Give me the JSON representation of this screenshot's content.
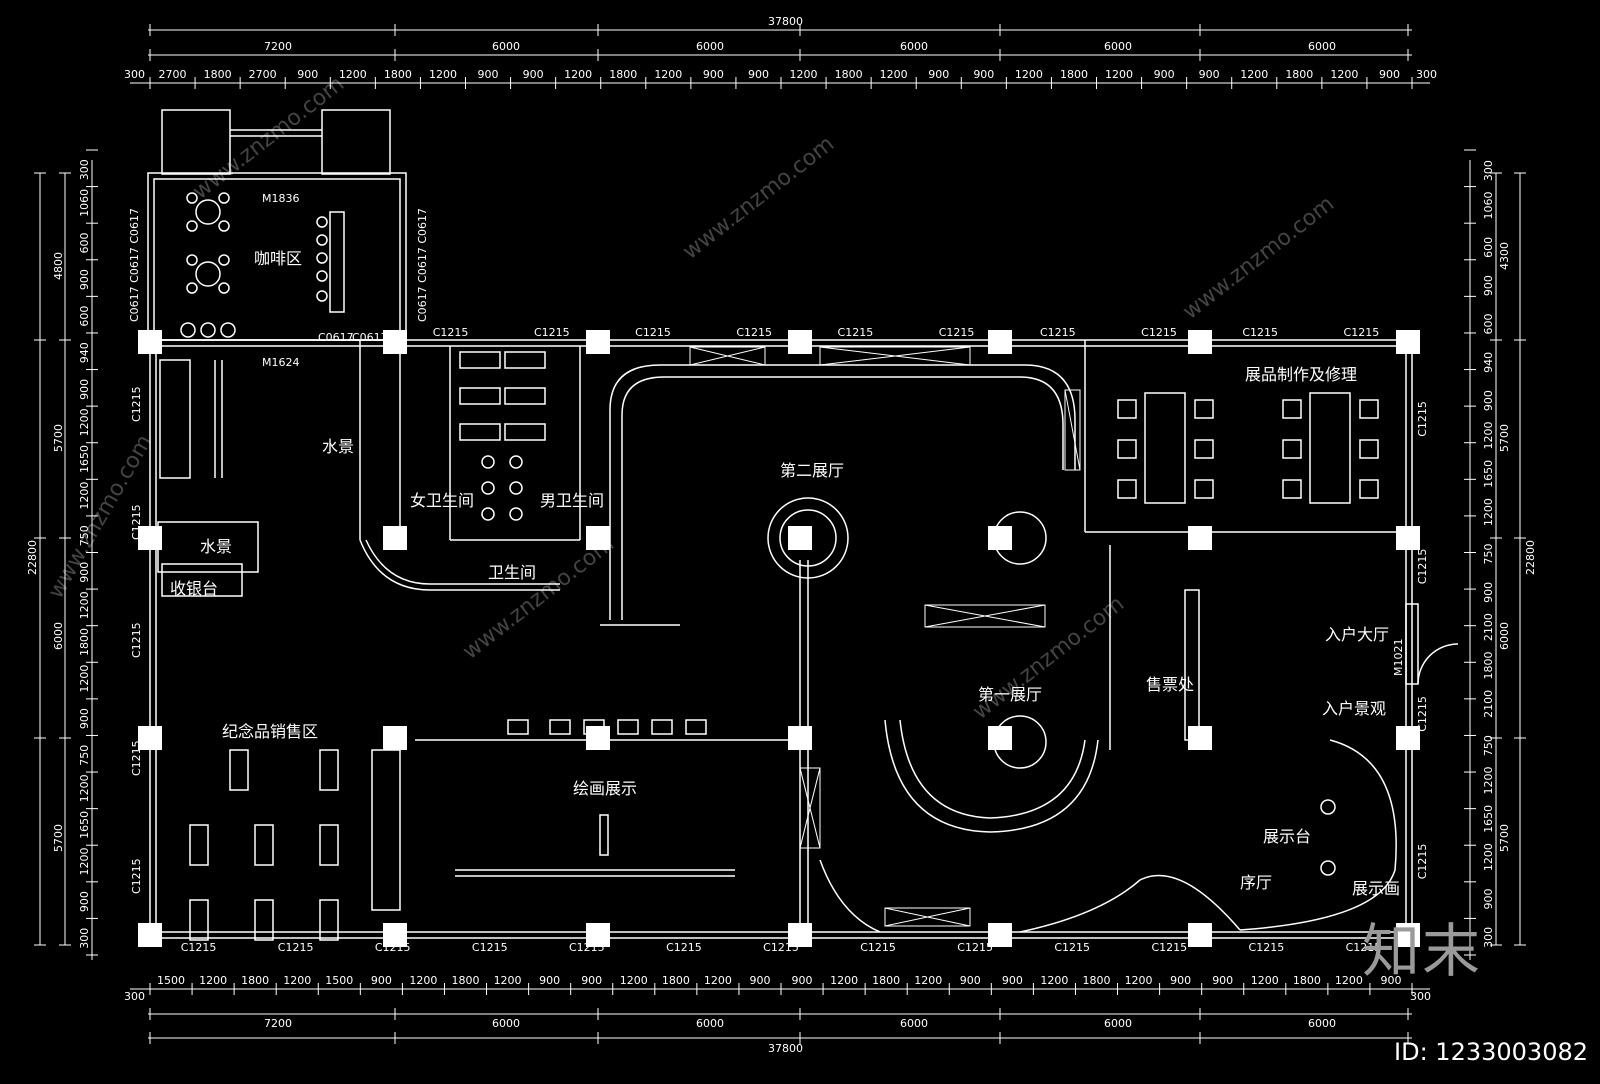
{
  "dims": {
    "overall": "37800",
    "bays_top": [
      "7200",
      "6000",
      "6000",
      "6000",
      "6000",
      "6000"
    ],
    "bays_bottom": [
      "7200",
      "6000",
      "6000",
      "6000",
      "6000",
      "6000"
    ],
    "edge": "300",
    "sub_top": [
      "2700",
      "1800",
      "2700",
      "900",
      "1200",
      "1800",
      "1200",
      "900",
      "900",
      "1200",
      "1800",
      "1200",
      "900",
      "900",
      "1200",
      "1800",
      "1200",
      "900",
      "900",
      "1200",
      "1800",
      "1200",
      "900",
      "900",
      "1200",
      "1800",
      "1200",
      "900"
    ],
    "sub_bottom": [
      "1500",
      "1200",
      "1800",
      "1200",
      "1500",
      "900",
      "1200",
      "1800",
      "1200",
      "900",
      "900",
      "1200",
      "1800",
      "1200",
      "900",
      "900",
      "1200",
      "1800",
      "1200",
      "900",
      "900",
      "1200",
      "1800",
      "1200",
      "900",
      "900",
      "1200",
      "1800",
      "1200",
      "900"
    ],
    "left_total": "22800",
    "left_bays": [
      "4800",
      "5700",
      "6000",
      "5700"
    ],
    "left_sub": [
      "300",
      "1060",
      "600",
      "900",
      "600",
      "940",
      "900",
      "1200",
      "1650",
      "1200",
      "750",
      "900",
      "1200",
      "1800",
      "1200",
      "900",
      "750",
      "1200",
      "1650",
      "1200",
      "900",
      "300"
    ],
    "right_total": "22800",
    "right_bays": [
      "4300",
      "5700",
      "6000",
      "5700"
    ],
    "right_sub": [
      "300",
      "1060",
      "600",
      "900",
      "600",
      "940",
      "900",
      "1200",
      "1650",
      "1200",
      "750",
      "900",
      "2100",
      "1800",
      "2100",
      "750",
      "1200",
      "1650",
      "1200",
      "900",
      "300"
    ]
  },
  "windows": {
    "top": [
      "C1215",
      "C1215",
      "C1215",
      "C1215",
      "C1215",
      "C1215",
      "C1215",
      "C1215",
      "C1215",
      "C1215"
    ],
    "bottom": [
      "C1215",
      "C1215",
      "C1215",
      "C1215",
      "C1215",
      "C1215",
      "C1215",
      "C1215",
      "C1215",
      "C1215",
      "C1215",
      "C1215",
      "C1215"
    ],
    "left": [
      "C1215",
      "C1215",
      "C1215",
      "C1215",
      "C1215"
    ],
    "right": [
      "C1215",
      "C1215",
      "C1215",
      "C1215"
    ]
  },
  "tags": {
    "door_top": "M1836",
    "door_cafe": "M1624",
    "door_entry": "M1021",
    "c0617_a": "C0617",
    "c0617_b": "C0617",
    "c0617_side_left": "C0617 C0617 C0617",
    "c0617_side_right": "C0617 C0617 C0617"
  },
  "rooms": {
    "cafe": "咖啡区",
    "water_feature": "水景",
    "water_feature_2": "水景",
    "women_wc": "女卫生间",
    "men_wc": "男卫生间",
    "restroom": "卫生间",
    "hall2": "第二展厅",
    "workshop": "展品制作及修理",
    "cashier": "收银台",
    "souvenir": "纪念品销售区",
    "painting": "绘画展示",
    "hall1": "第一展厅",
    "ticket": "售票处",
    "lobby": "入户大厅",
    "entry_landscape": "入户景观",
    "display_stand": "展示台",
    "foyer": "序厅",
    "display_painting": "展示画"
  },
  "watermarks": [
    "www.znzmo.com",
    "www.znzmo.com",
    "www.znzmo.com",
    "www.znzmo.com",
    "www.znzmo.com",
    "www.znzmo.com"
  ],
  "brand": "知末",
  "id_label": "ID: 1233003082"
}
